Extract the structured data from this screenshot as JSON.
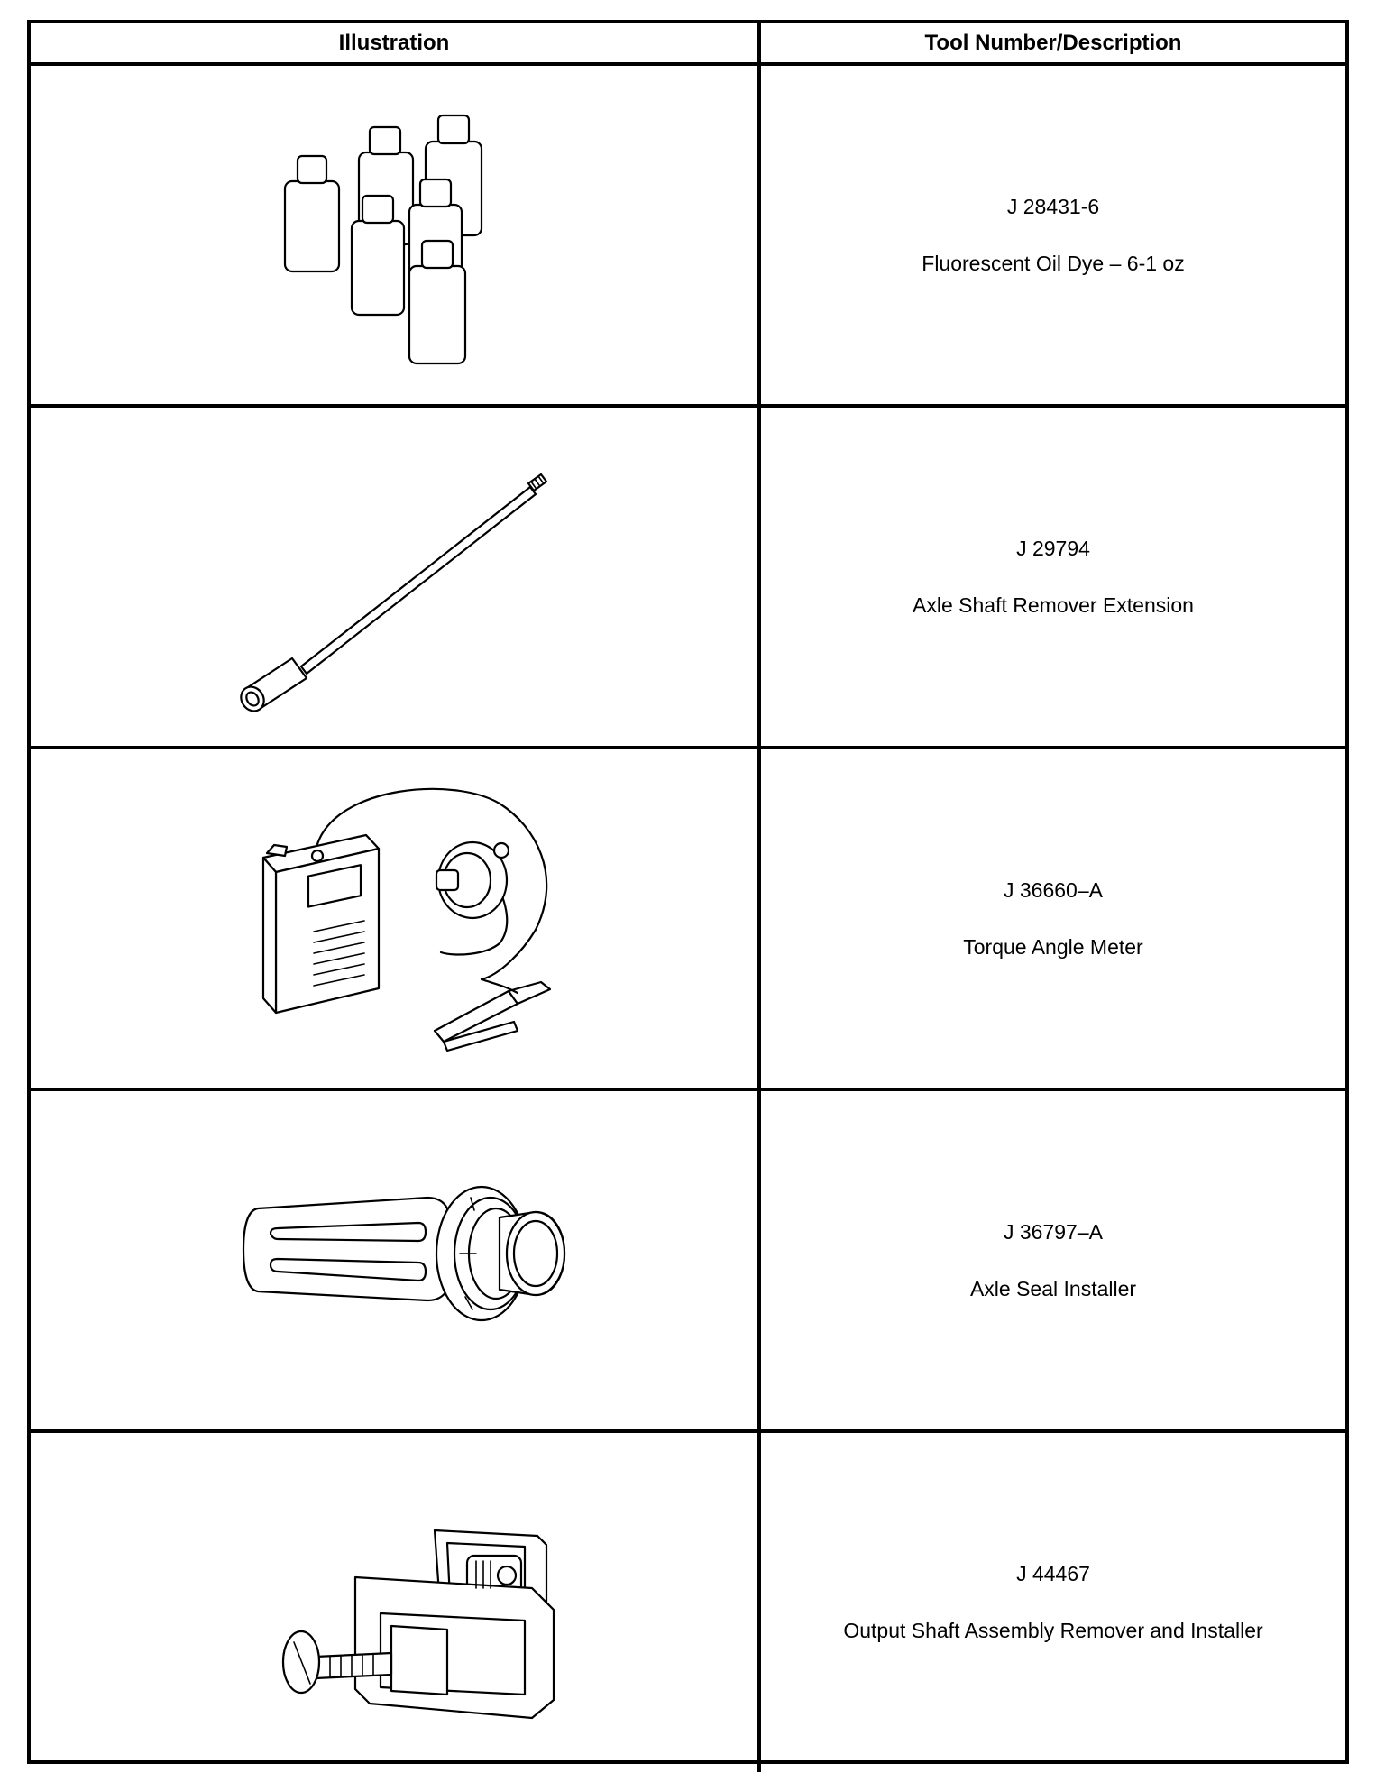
{
  "table": {
    "headers": {
      "illustration": "Illustration",
      "description": "Tool Number/Description"
    },
    "rows": [
      {
        "icon": "oil-dye-bottles-icon",
        "tool_number": "J 28431-6",
        "description": "Fluorescent Oil Dye – 6-1 oz"
      },
      {
        "icon": "extension-rod-icon",
        "tool_number": "J 29794",
        "description": "Axle Shaft Remover Extension"
      },
      {
        "icon": "torque-angle-meter-icon",
        "tool_number": "J 36660–A",
        "description": "Torque Angle Meter"
      },
      {
        "icon": "seal-installer-icon",
        "tool_number": "J 36797–A",
        "description": "Axle Seal Installer"
      },
      {
        "icon": "output-shaft-tool-icon",
        "tool_number": "J 44467",
        "description": "Output Shaft Assembly Remover and Installer"
      }
    ]
  }
}
